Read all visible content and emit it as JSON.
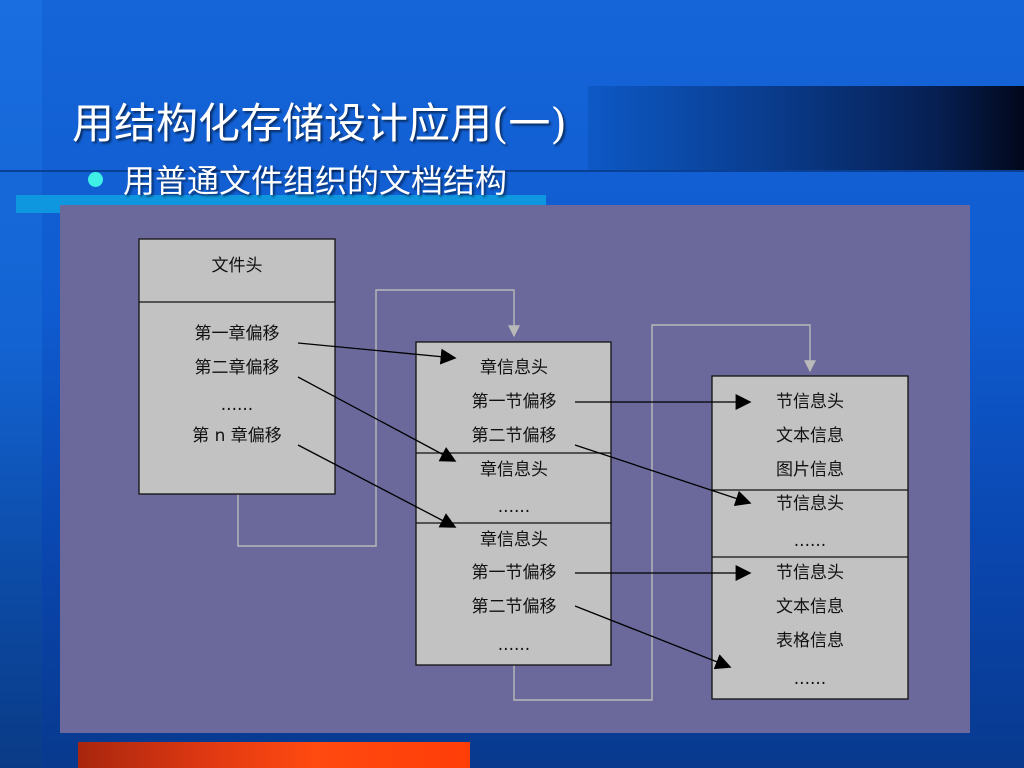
{
  "title": "用结构化存储设计应用(一)",
  "subtitle": "用普通文件组织的文档结构",
  "colors": {
    "panel": "#6b699b",
    "box": "#c2c2c2",
    "bullet": "#3ff0e6",
    "bottom_bar": "#e23a12"
  },
  "diagram": {
    "file_header": {
      "header": "文件头",
      "items": [
        "第一章偏移",
        "第二章偏移",
        "......",
        "第 n 章偏移"
      ]
    },
    "chapters": [
      {
        "items": [
          "章信息头",
          "第一节偏移",
          "第二节偏移"
        ]
      },
      {
        "items": [
          "章信息头",
          "......"
        ]
      },
      {
        "items": [
          "章信息头",
          "第一节偏移",
          "第二节偏移",
          "......"
        ]
      }
    ],
    "sections": [
      {
        "items": [
          "节信息头",
          "文本信息",
          "图片信息"
        ]
      },
      {
        "items": [
          "节信息头",
          "......"
        ]
      },
      {
        "items": [
          "节信息头",
          "文本信息",
          "表格信息",
          "......"
        ]
      }
    ]
  }
}
